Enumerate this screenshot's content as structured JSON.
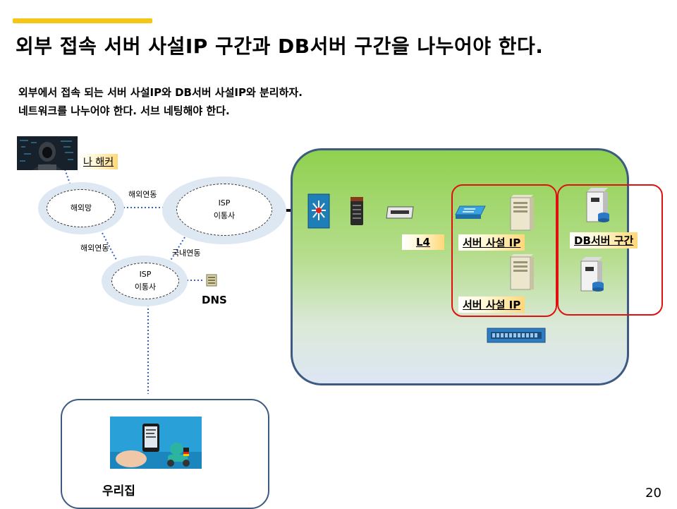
{
  "slide": {
    "title": "외부 접속 서버 사설IP 구간과 DB서버 구간을 나누어야 한다.",
    "desc_line1": "외부에서 접속 되는 서버 사설IP와 DB서버 사설IP와 분리하자.",
    "desc_line2": "네트워크를 나누어야 한다.  서브 네팅해야 한다.",
    "page_number": "20"
  },
  "diagram": {
    "hacker_label": "나 해커",
    "overseas_net": "해외망",
    "isp_top": {
      "line1": "ISP",
      "line2": "이통사"
    },
    "isp_bottom": {
      "line1": "ISP",
      "line2": "이통사"
    },
    "link_overseas_top": "해외연동",
    "link_overseas_left": "해외연동",
    "link_domestic": "국내연동",
    "dns_label": "DNS",
    "l4_label": "L4",
    "server_ip_label_1": "서버 사설 IP",
    "server_ip_label_2": "서버 사설 IP",
    "db_zone_label": "DB서버 구간",
    "home_label": "우리집"
  },
  "colors": {
    "accent": "#f5c518",
    "zone_border": "#3d5a80",
    "segment_border": "#e01010",
    "link_dotted": "#3b5fc4"
  },
  "icons": [
    "hacker-image",
    "firewall-switch-icon",
    "router-icon",
    "l4-switch-icon",
    "network-switch-icon",
    "server-icon",
    "db-server-icon",
    "dns-server-icon",
    "storage-array-icon",
    "phone-delivery-image"
  ]
}
